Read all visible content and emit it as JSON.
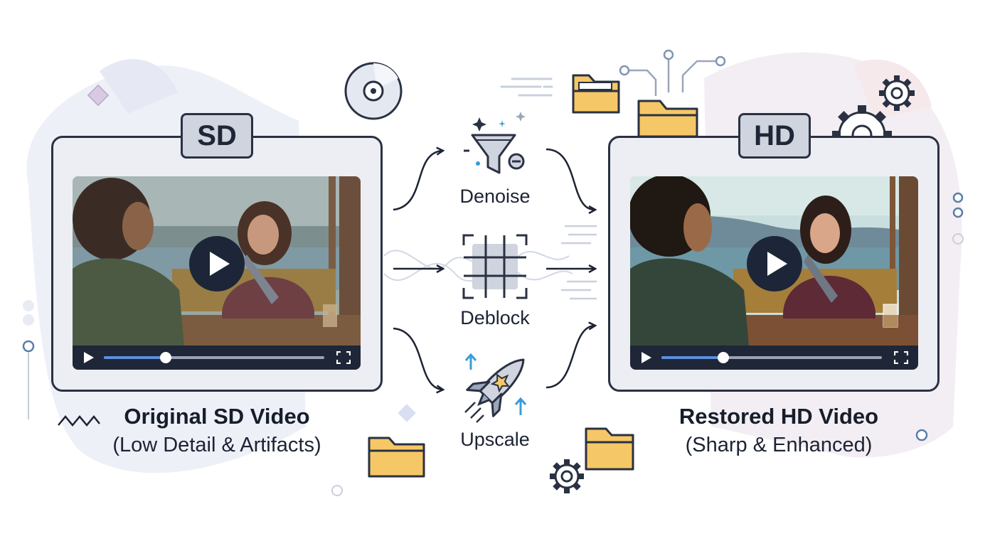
{
  "left_panel": {
    "badge": "SD",
    "title": "Original SD Video",
    "subtitle": "(Low Detail & Artifacts)",
    "progress": 0.28
  },
  "right_panel": {
    "badge": "HD",
    "title": "Restored HD Video",
    "subtitle": "(Sharp & Enhanced)",
    "progress": 0.28
  },
  "steps": [
    {
      "label": "Denoise",
      "icon": "funnel-icon"
    },
    {
      "label": "Deblock",
      "icon": "grid-icon"
    },
    {
      "label": "Upscale",
      "icon": "rocket-icon"
    }
  ],
  "colors": {
    "outline": "#2a3142",
    "panel": "#eceef4",
    "badge": "#cfd4df",
    "progress": "#5c8fe0",
    "folder": "#f6c766",
    "accent": "#3a9bd8"
  }
}
